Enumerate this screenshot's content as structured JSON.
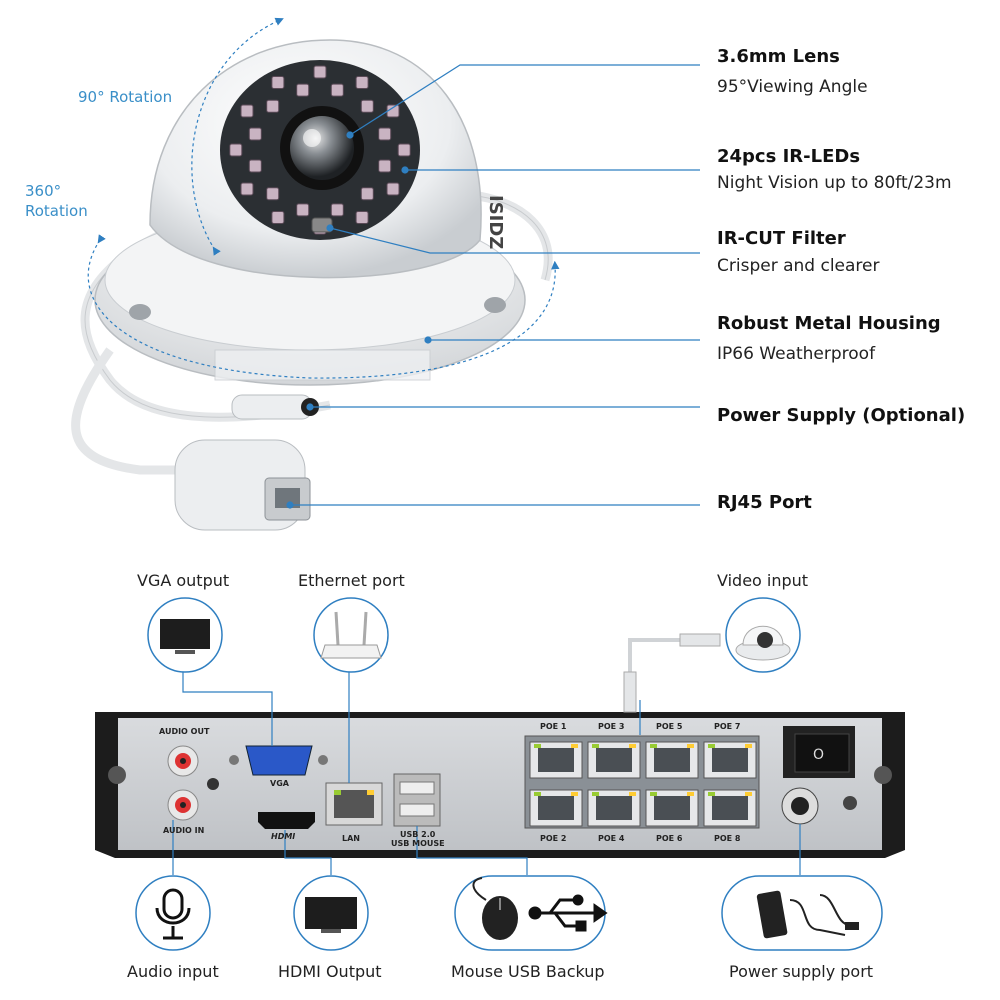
{
  "rotation": {
    "tilt": "90° Rotation",
    "pan_line1": "360°",
    "pan_line2": "Rotation"
  },
  "camera_brand": "ISIDZ",
  "features": [
    {
      "title": "3.6mm Lens",
      "sub": "95°Viewing Angle"
    },
    {
      "title": "24pcs IR-LEDs",
      "sub": "Night Vision up to 80ft/23m"
    },
    {
      "title": "IR-CUT Filter",
      "sub": "Crisper and clearer"
    },
    {
      "title": "Robust Metal Housing",
      "sub": "IP66 Weatherproof"
    },
    {
      "title": "Power Supply (Optional)",
      "sub": ""
    },
    {
      "title": "RJ45 Port",
      "sub": ""
    }
  ],
  "top_ports": {
    "vga": "VGA output",
    "ethernet": "Ethernet port",
    "video": "Video input"
  },
  "bottom_ports": {
    "audio": "Audio input",
    "hdmi": "HDMI Output",
    "mouse": "Mouse USB Backup",
    "power": "Power supply port"
  },
  "nvr": {
    "audio_out": "AUDIO OUT",
    "audio_in": "AUDIO IN",
    "vga": "VGA",
    "hdmi": "HDMI",
    "lan": "LAN",
    "usb1": "USB 2.0",
    "usb2": "USB MOUSE",
    "poe_top": [
      "POE 1",
      "POE 3",
      "POE 5",
      "POE 7"
    ],
    "poe_bottom": [
      "POE 2",
      "POE 4",
      "POE 6",
      "POE 8"
    ]
  },
  "colors": {
    "accent": "#3a8fc8",
    "line": "#2f7fc1",
    "panel": "#c9ccd0",
    "frame": "#1c1c1c"
  }
}
